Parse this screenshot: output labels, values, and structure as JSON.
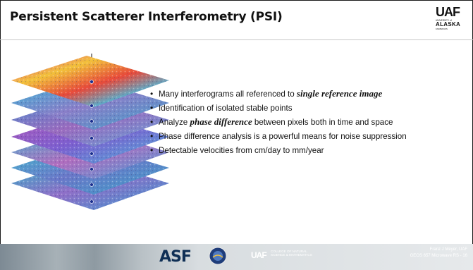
{
  "slide": {
    "title": "Persistent Scatterer Interferometry (PSI)"
  },
  "logo": {
    "mark": "UAF",
    "university_line": "UNIVERSITY of",
    "alaska": "ALASKA",
    "fairbanks": "FAIRBANKS"
  },
  "bullets": [
    {
      "before": "Many interferograms all referenced to ",
      "emphasis": "single reference image",
      "after": ""
    },
    {
      "before": "Identification of isolated stable points",
      "emphasis": "",
      "after": ""
    },
    {
      "before": "Analyze ",
      "emphasis": "phase difference",
      "after": " between pixels both in time and space"
    },
    {
      "before": "Phase difference analysis is a powerful means for noise suppression",
      "emphasis": "",
      "after": ""
    },
    {
      "before": "Detectable velocities from cm/day to mm/year",
      "emphasis": "",
      "after": ""
    }
  ],
  "footer": {
    "asf_logo": "ASF",
    "uaf_logo": "UAF",
    "college_line1": "COLLEGE OF NATURAL",
    "college_line2": "SCIENCE & MATHEMATICS",
    "credit_line1": "Franz J Meyer, UAF",
    "credit_line2": "GEOS 657 Microwave RS - 16"
  },
  "icons": [
    "uaf-logo-icon",
    "interferogram-stack-icon",
    "asf-logo-icon",
    "seal-icon",
    "uaf-college-logo-icon"
  ],
  "colors": {
    "title": "#111111",
    "footer_dark": "#0f2f55"
  }
}
